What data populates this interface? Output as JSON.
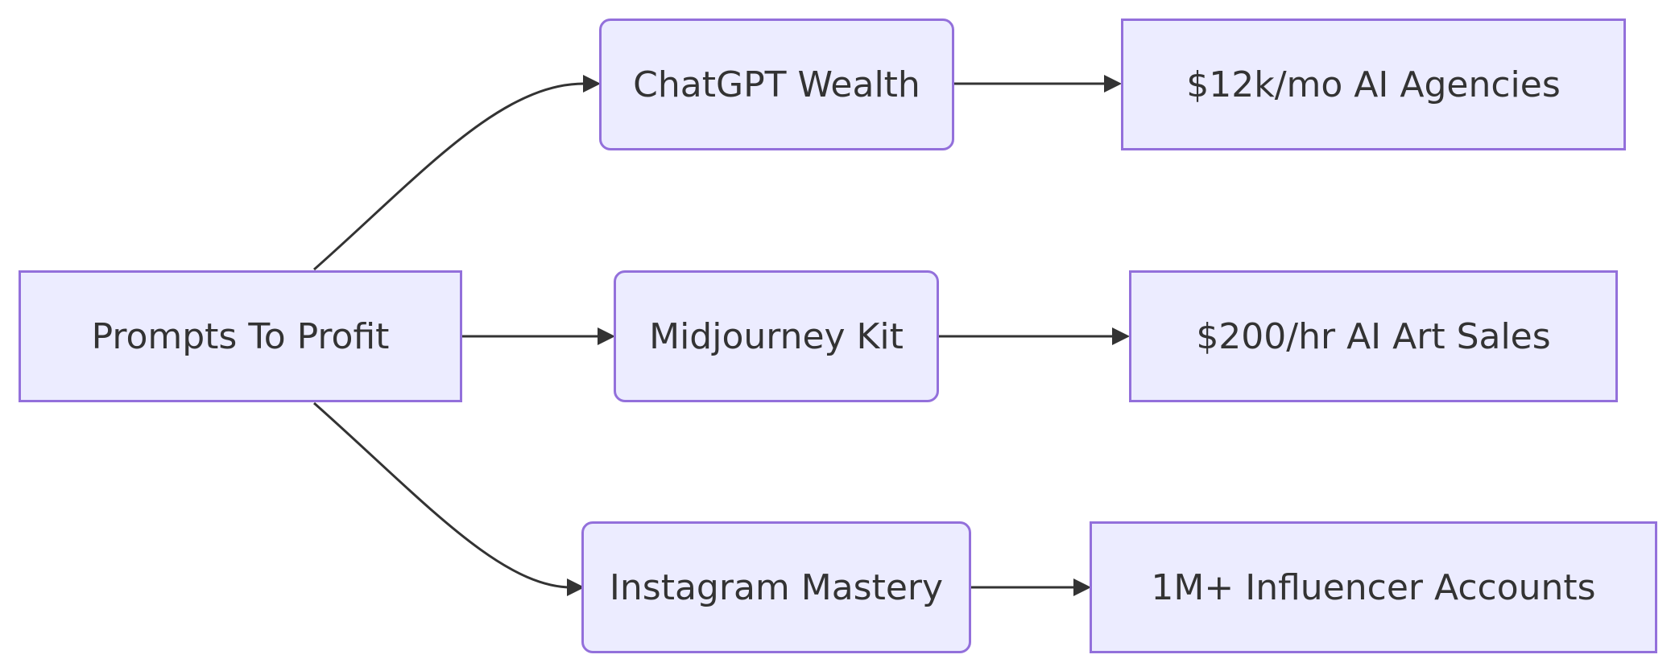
{
  "nodes": {
    "prompts_to_profit": {
      "label": "Prompts To Profit"
    },
    "chatgpt_wealth": {
      "label": "ChatGPT Wealth"
    },
    "midjourney_kit": {
      "label": "Midjourney Kit"
    },
    "instagram_mastery": {
      "label": "Instagram Mastery"
    },
    "ai_agencies": {
      "label": "$12k/mo AI Agencies"
    },
    "ai_art_sales": {
      "label": "$200/hr AI Art Sales"
    },
    "influencer_accounts": {
      "label": "1M+ Influencer Accounts"
    }
  },
  "edges": [
    {
      "from": "Prompts To Profit",
      "to": "ChatGPT Wealth"
    },
    {
      "from": "Prompts To Profit",
      "to": "Midjourney Kit"
    },
    {
      "from": "Prompts To Profit",
      "to": "Instagram Mastery"
    },
    {
      "from": "ChatGPT Wealth",
      "to": "$12k/mo AI Agencies"
    },
    {
      "from": "Midjourney Kit",
      "to": "$200/hr AI Art Sales"
    },
    {
      "from": "Instagram Mastery",
      "to": "1M+ Influencer Accounts"
    }
  ],
  "colors": {
    "node_fill": "#ececff",
    "node_border": "#9370db",
    "text": "#333333",
    "edge": "#333333"
  }
}
